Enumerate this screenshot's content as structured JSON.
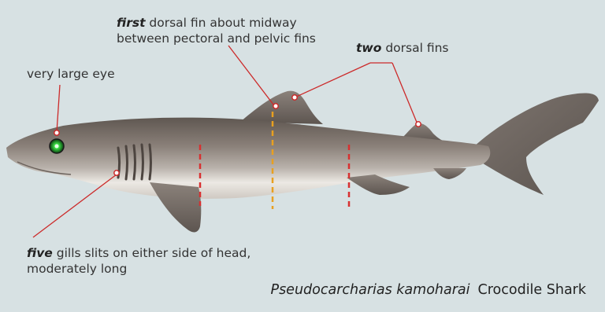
{
  "labels": {
    "eye": {
      "text": "very large eye"
    },
    "dorsal_first": {
      "emph": "first",
      "line1_rest": " dorsal fin about midway",
      "line2": "between pectoral and pelvic fins"
    },
    "dorsal_two": {
      "emph": "two",
      "rest": " dorsal fins"
    },
    "gills": {
      "emph": "five",
      "line1_rest": " gills slits on either side of head,",
      "line2": "moderately long"
    }
  },
  "caption": {
    "scientific_name": "Pseudocarcharias kamoharai",
    "common_name": "Crocodile Shark"
  },
  "colors": {
    "background": "#d7e1e3",
    "leader_line": "#cc2a2a",
    "marker_red": "#d83030",
    "marker_orange": "#e8a020",
    "shark_body": "#7a716a",
    "shark_belly": "#f2f1ee",
    "eye_iris": "#2fd33a"
  }
}
